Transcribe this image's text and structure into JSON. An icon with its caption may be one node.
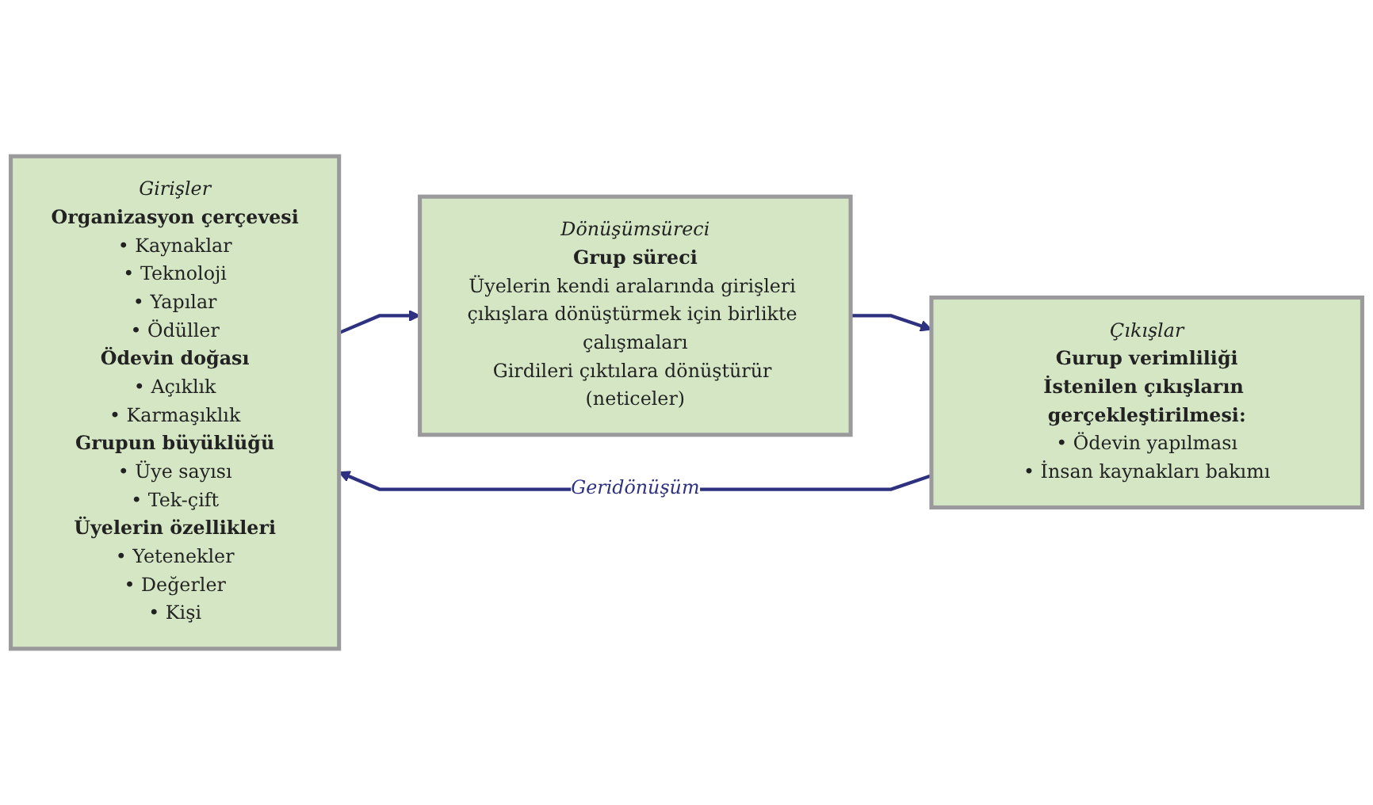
{
  "diagram": {
    "nodes": [
      {
        "text": [
          "Girişler",
          "Organizasyon çerçevesi",
          "• Kaynaklar",
          "• Teknoloji",
          "• Yapılar",
          "• Ödüller",
          "Ödevin doğası",
          "• Açıklık",
          "• Karmaşıklık",
          "Grupun büyüklüğü",
          "• Üye sayısı",
          "• Tek-çift",
          "Üyelerin özellikleri",
          "• Yetenekler",
          "• Değerler",
          "• Kişi"
        ]
      },
      {
        "text": [
          "Dönüşümsüreci",
          "Grup süreci",
          "Üyelerin kendi aralarında girişleri çıkışlara dönüştürmek için birlikte çalışmaları",
          "Girdileri çıktılara dönüştürür (neticeler)"
        ]
      },
      {
        "text": [
          "Çıkışlar",
          "Gurup verimliliği",
          "İstenilen çıkışların gerçekleştirilmesi:",
          "• Ödevin yapılması",
          "• İnsan kaynakları bakımı"
        ]
      }
    ],
    "edges": [
      {
        "from": 0,
        "to": 1,
        "arrow": "to"
      },
      {
        "from": 1,
        "to": 2,
        "arrow": "to"
      },
      {
        "from": 2,
        "to": 0,
        "arrow": "to",
        "label": "Geridönüşüm"
      }
    ]
  }
}
